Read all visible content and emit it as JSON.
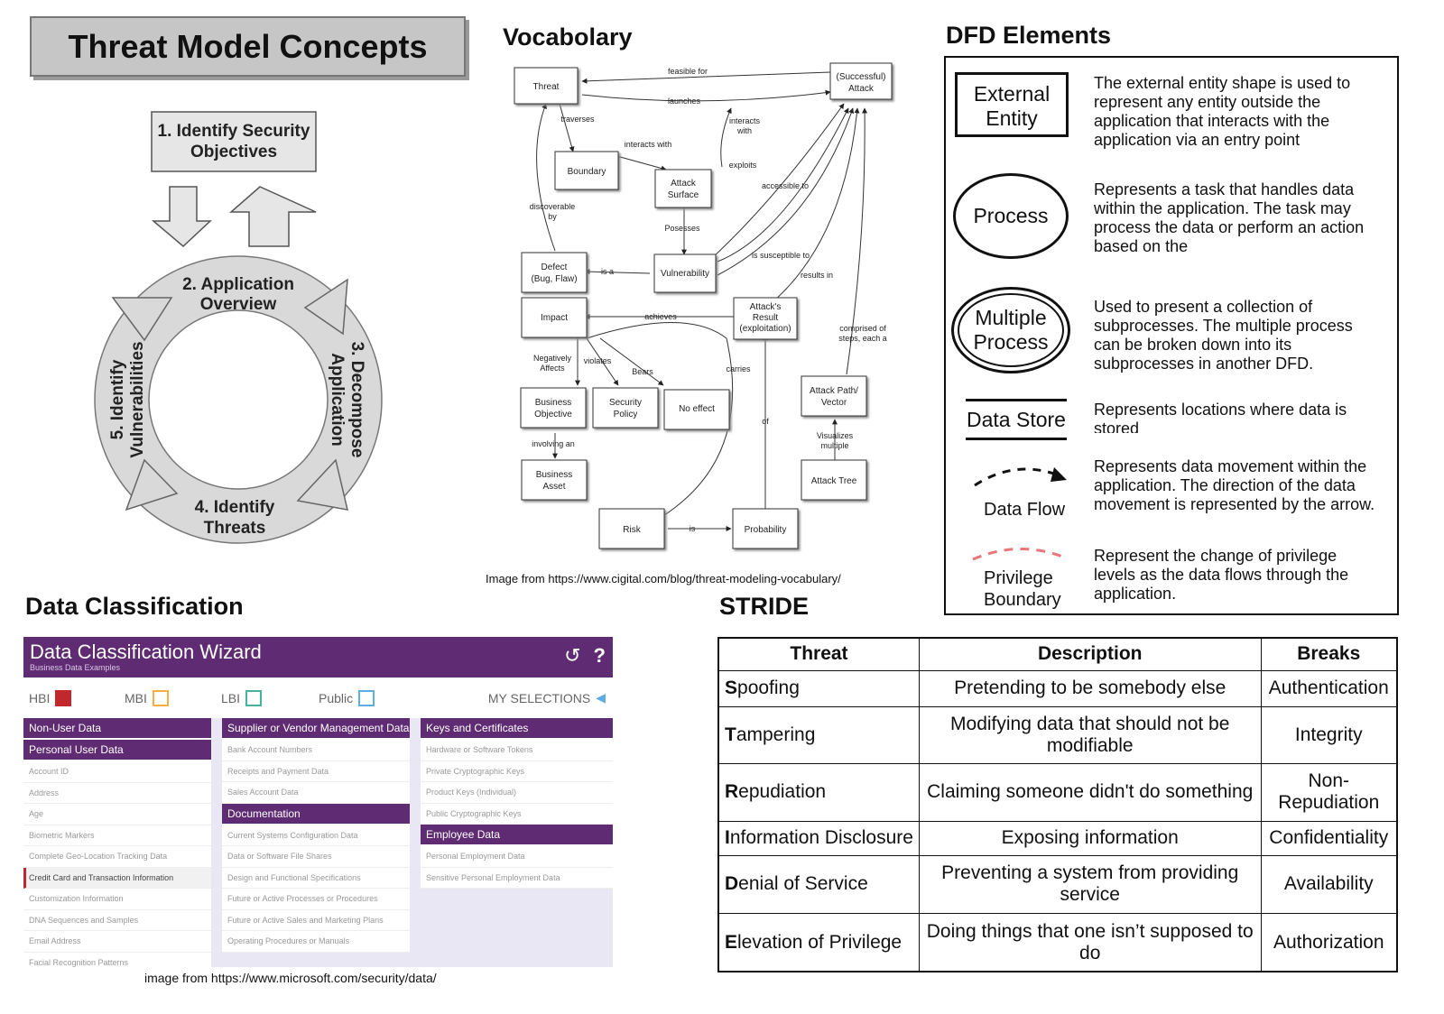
{
  "threat_model": {
    "title": "Threat Model Concepts",
    "steps": [
      "1. Identify Security",
      "Objectives",
      "2. Application",
      "Overview",
      "3. Decompose",
      "Application",
      "4. Identify",
      "Threats",
      "5. Identify",
      "Vulnerabilities"
    ]
  },
  "vocabulary": {
    "title": "Vocabolary",
    "caption": "Image from https://www.cigital.com/blog/threat-modeling-vocabulary/",
    "nodes": {
      "threat": "Threat",
      "attack1": "(Successful)",
      "attack2": "Attack",
      "boundary": "Boundary",
      "surface1": "Attack",
      "surface2": "Surface",
      "defect1": "Defect",
      "defect2": "(Bug, Flaw)",
      "vuln": "Vulnerability",
      "impact": "Impact",
      "result1": "Attack's",
      "result2": "Result",
      "result3": "(exploitation)",
      "bizobj1": "Business",
      "bizobj2": "Objective",
      "secpol1": "Security",
      "secpol2": "Policy",
      "noeffect": "No effect",
      "path1": "Attack Path/",
      "path2": "Vector",
      "asset1": "Business",
      "asset2": "Asset",
      "tree": "Attack Tree",
      "risk": "Risk",
      "prob": "Probability"
    },
    "labels": {
      "feasible": "feasible for",
      "launches": "launches",
      "traverses": "traverses",
      "interacts1": "interacts",
      "interacts2": "with",
      "interactswith": "interacts with",
      "exploits": "exploits",
      "accessible": "accessible to",
      "discover1": "discoverable",
      "discover2": "by",
      "posesses": "Posesses",
      "isa": "is a",
      "susceptible": "is susceptible to",
      "results": "results in",
      "comprised1": "comprised of",
      "comprised2": "steps, each a",
      "achieves": "achieves",
      "neg1": "Negatively",
      "neg2": "Affects",
      "violates": "violates",
      "bears": "Bears",
      "carries": "carries",
      "of": "of",
      "visualizes1": "Visualizes",
      "visualizes2": "multiple",
      "involving": "involving an",
      "is": "is"
    }
  },
  "dfd": {
    "title": "DFD Elements",
    "items": [
      {
        "shape": "External Entity",
        "shape1": "External",
        "shape2": "Entity",
        "desc": "The external entity shape is used to represent any entity outside the application that interacts with the application via an entry point"
      },
      {
        "shape": "Process",
        "desc": "Represents a task that handles data within the application. The task may process the data or perform an action based on the"
      },
      {
        "shape1": "Multiple",
        "shape2": "Process",
        "desc": "Used to present a collection of subprocesses. The multiple process can be broken down into its subprocesses in another DFD."
      },
      {
        "shape": "Data Store",
        "desc": "Represents locations where data is stored"
      },
      {
        "shape": "Data Flow",
        "desc": "Represents data movement within the application. The direction of the data movement is represented by the arrow."
      },
      {
        "shape1": "Privilege",
        "shape2": "Boundary",
        "desc": "Represent the change of privilege levels as the data flows through the application."
      }
    ],
    "colors": {
      "flow": "#111111",
      "boundary": "#e8777a"
    }
  },
  "classification": {
    "title": "Data Classification",
    "wizard_title": "Data Classification Wizard",
    "wizard_sub": "Business Data Examples",
    "back_icon": "back-circle-icon",
    "help_icon": "?",
    "levels": [
      {
        "label": "HBI",
        "color": "#c1272d",
        "fill": true
      },
      {
        "label": "MBI",
        "color": "#f5b041",
        "fill": false
      },
      {
        "label": "LBI",
        "color": "#45b39d",
        "fill": false
      },
      {
        "label": "Public",
        "color": "#5dade2",
        "fill": false
      }
    ],
    "my_selections": "MY SELECTIONS",
    "col1": {
      "headers": [
        "Non-User Data",
        "Personal User Data"
      ],
      "items": [
        "Account ID",
        "Address",
        "Age",
        "Biometric Markers",
        "Complete Geo-Location Tracking Data",
        "Credit Card and Transaction Information",
        "Customization Information",
        "DNA Sequences and Samples",
        "Email Address",
        "Facial Recognition Patterns"
      ]
    },
    "col2": {
      "header1": "Supplier or Vendor Management Data",
      "items1": [
        "Bank Account Numbers",
        "Receipts and Payment Data",
        "Sales Account Data"
      ],
      "header2": "Documentation",
      "items2": [
        "Current Systems Configuration Data",
        "Data or Software File Shares",
        "Design and Functional Specifications",
        "Future or Active Processes or Procedures",
        "Future or Active Sales and Marketing Plans",
        "Operating Procedures or Manuals"
      ]
    },
    "col3": {
      "header1": "Keys and Certificates",
      "items1": [
        "Hardware or Software Tokens",
        "Private Cryptographic Keys",
        "Product Keys (Individual)",
        "Public Cryptographic Keys"
      ],
      "header2": "Employee Data",
      "items2": [
        "Personal Employment Data",
        "Sensitive Personal Employment Data"
      ]
    },
    "accent": "#5f2c73",
    "caption": "image from https://www.microsoft.com/security/data/"
  },
  "stride": {
    "title": "STRIDE",
    "headers": [
      "Threat",
      "Description",
      "Breaks"
    ],
    "rows": [
      {
        "first": "S",
        "rest": "poofing",
        "desc": "Pretending to be somebody else",
        "breaks": "Authentication"
      },
      {
        "first": "T",
        "rest": "ampering",
        "desc": "Modifying data that should not be modifiable",
        "breaks": "Integrity"
      },
      {
        "first": "R",
        "rest": "epudiation",
        "desc": "Claiming someone didn't do something",
        "breaks": "Non-Repudiation"
      },
      {
        "first": "I",
        "rest": "nformation Disclosure",
        "desc": "Exposing information",
        "breaks": "Confidentiality"
      },
      {
        "first": "D",
        "rest": "enial of Service",
        "desc": "Preventing a system from providing service",
        "breaks": "Availability"
      },
      {
        "first": "E",
        "rest": "levation of Privilege",
        "desc": "Doing things that one isn’t supposed to do",
        "breaks": "Authorization"
      }
    ]
  }
}
